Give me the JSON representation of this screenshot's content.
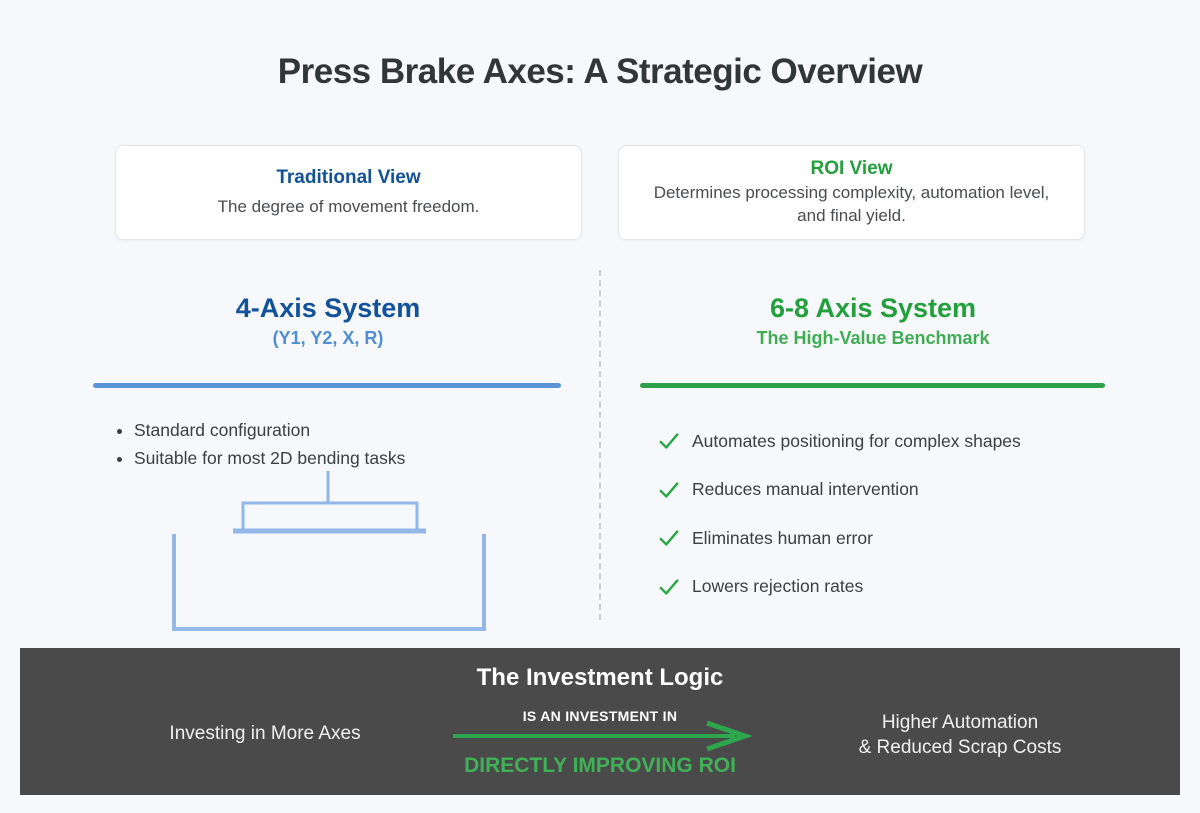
{
  "page": {
    "title": "Press Brake Axes: A Strategic Overview"
  },
  "cards": {
    "traditional": {
      "title": "Traditional View",
      "body": "The degree of movement freedom."
    },
    "roi": {
      "title": "ROI View",
      "body": "Determines processing complexity, automation level, and final yield."
    }
  },
  "left_column": {
    "title": "4-Axis System",
    "subtitle": "(Y1, Y2, X, R)",
    "bullets": [
      "Standard configuration",
      "Suitable for most 2D bending tasks"
    ],
    "diagram": "press-brake-punch-and-die-schematic"
  },
  "right_column": {
    "title": "6-8 Axis System",
    "subtitle": "The High-Value Benchmark",
    "checklist": [
      "Automates positioning for complex shapes",
      "Reduces manual intervention",
      "Eliminates human error",
      "Lowers rejection rates"
    ]
  },
  "footer": {
    "title": "The Investment Logic",
    "left_text": "Investing in More Axes",
    "middle_top": "IS AN INVESTMENT IN",
    "middle_bottom": "DIRECTLY IMPROVING ROI",
    "right_line1": "Higher Automation",
    "right_line2": "& Reduced Scrap Costs"
  },
  "icons": {
    "check": "check-icon",
    "arrow": "arrow-right-icon"
  },
  "colors": {
    "background": "#f6f8fb",
    "blue_dark": "#11529b",
    "blue_medium": "#4e8fd5",
    "blue_rule": "#5b93d8",
    "blue_schematic": "#93b8e8",
    "green_dark": "#22a03c",
    "green_subtitle": "#3fae53",
    "green_rule": "#2ea14a",
    "green_check": "#28a745",
    "green_footer": "#3fb257",
    "footer_bg": "#4a4a4a",
    "text_dark": "#333639"
  }
}
